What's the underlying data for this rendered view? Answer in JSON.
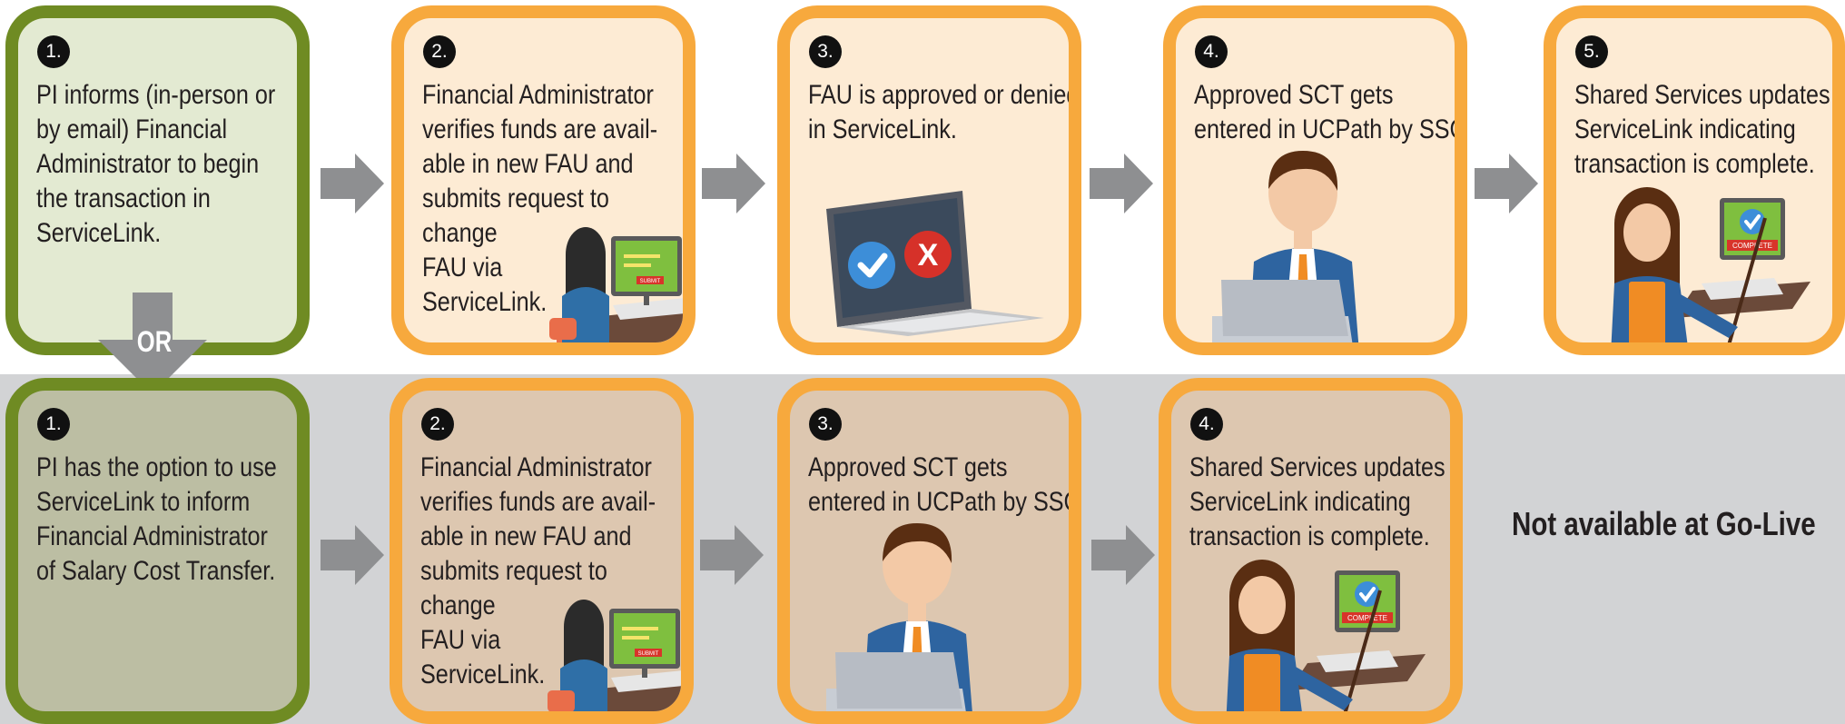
{
  "row1": {
    "cards": [
      {
        "num": "1.",
        "lines": [
          "PI informs (in-person or",
          "by email) Financial",
          "Administrator to begin",
          "the  transaction in",
          "ServiceLink."
        ]
      },
      {
        "num": "2.",
        "lines": [
          "Financial Administrator",
          "verifies funds are avail-",
          "able in new FAU and",
          "submits request to",
          "change",
          "FAU via",
          "ServiceLink."
        ]
      },
      {
        "num": "3.",
        "lines": [
          "FAU is approved or denied",
          "in ServiceLink."
        ]
      },
      {
        "num": "4.",
        "lines": [
          "Approved SCT gets",
          "entered in UCPath by SSC."
        ]
      },
      {
        "num": "5.",
        "lines": [
          "Shared Services updates",
          "ServiceLink indicating",
          "transaction is complete."
        ]
      }
    ]
  },
  "row2": {
    "cards": [
      {
        "num": "1.",
        "lines": [
          "PI has the option to use",
          "ServiceLink to inform",
          "Financial Administrator",
          "of Salary Cost Transfer."
        ]
      },
      {
        "num": "2.",
        "lines": [
          "Financial Administrator",
          "verifies funds are avail-",
          "able in new FAU and",
          "submits request to",
          "change",
          "FAU via",
          "ServiceLink."
        ]
      },
      {
        "num": "3.",
        "lines": [
          "Approved SCT gets",
          "entered in UCPath by SSC."
        ]
      },
      {
        "num": "4.",
        "lines": [
          "Shared Services updates",
          "ServiceLink indicating",
          "transaction is complete."
        ]
      }
    ]
  },
  "or_label": "OR",
  "not_available": "Not available at Go-Live",
  "screen_labels": {
    "submit": "SUBMIT",
    "complete": "COMPLETE"
  },
  "icons": {
    "approve": "checkmark-icon",
    "deny": "x-icon"
  },
  "colors": {
    "green_border": "#6f8b23",
    "orange_border": "#f7a93d",
    "arrow": "#8e8f91",
    "bottom_band": "#d2d3d5"
  }
}
